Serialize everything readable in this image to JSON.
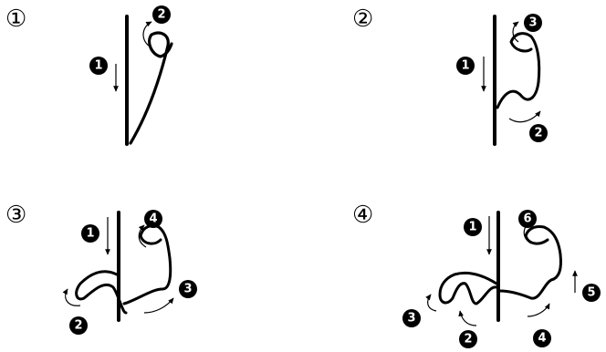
{
  "panels": [
    {
      "label": "①",
      "steps": [
        "1",
        "2"
      ]
    },
    {
      "label": "②",
      "steps": [
        "1",
        "2",
        "3"
      ]
    },
    {
      "label": "③",
      "steps": [
        "1",
        "2",
        "3",
        "4"
      ]
    },
    {
      "label": "④",
      "steps": [
        "1",
        "2",
        "3",
        "4",
        "5",
        "6"
      ]
    }
  ],
  "colors": {
    "ink": "#000000",
    "background": "#ffffff"
  }
}
